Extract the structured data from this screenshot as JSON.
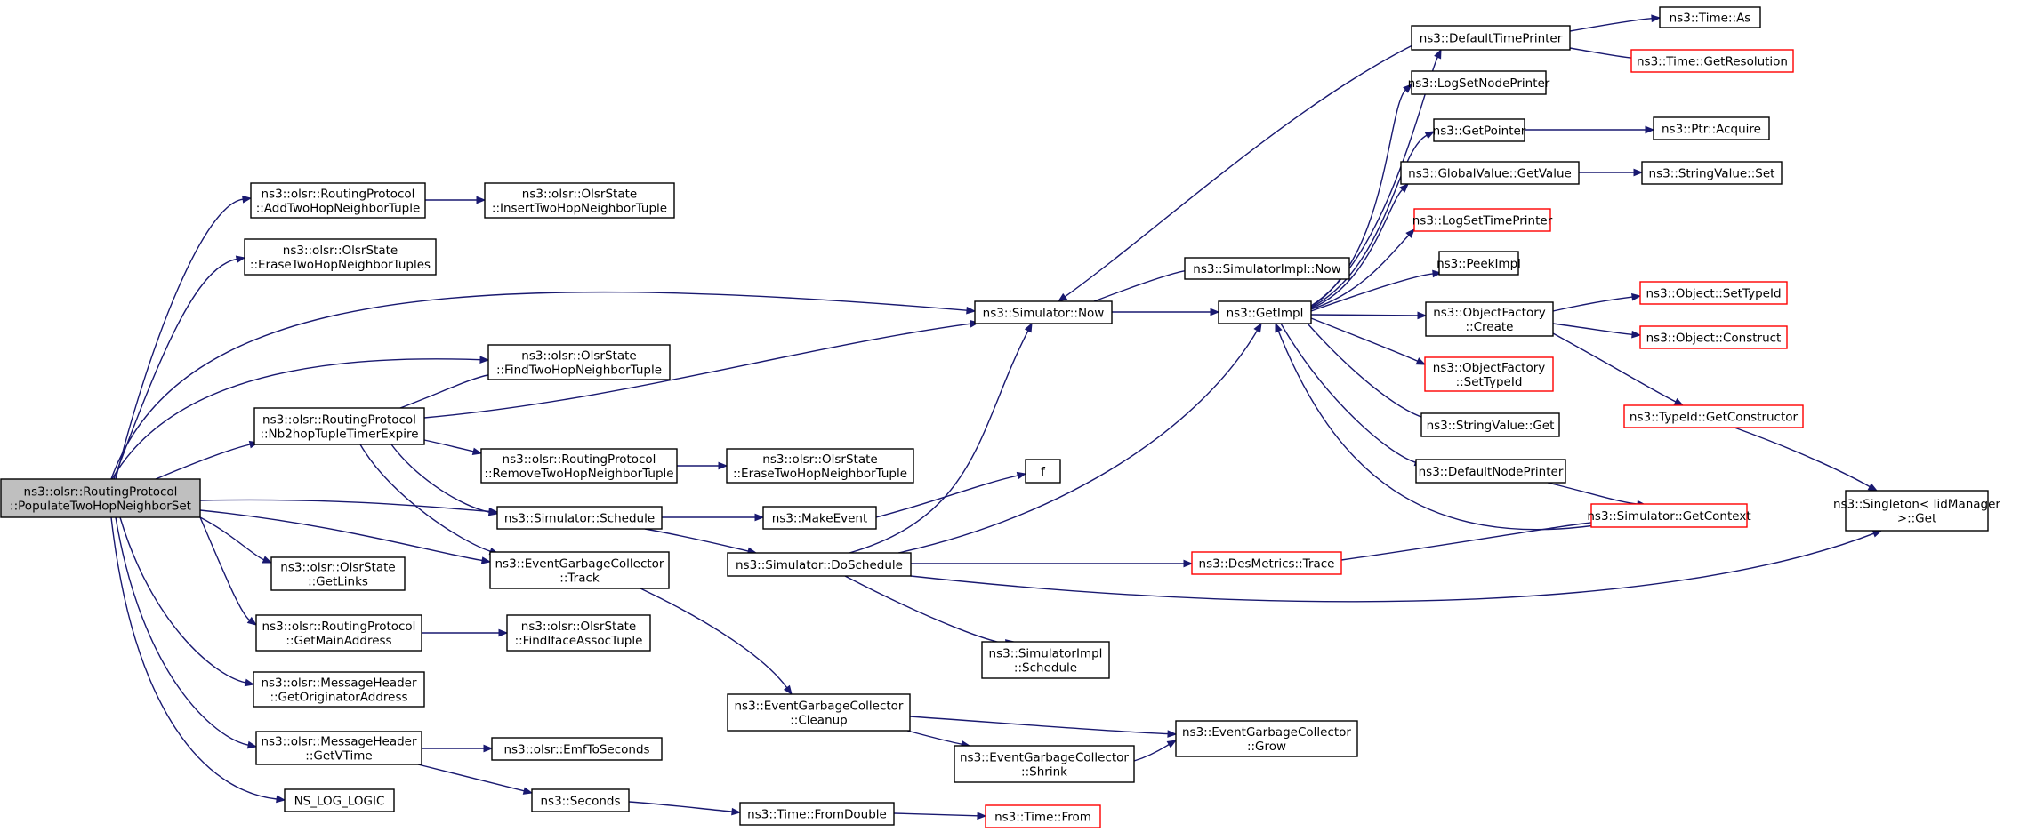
{
  "colors": {
    "edge": "#191970",
    "box_black": "#000000",
    "box_red": "#ff0000",
    "highlight_fill": "#bfbfbf",
    "background": "#ffffff"
  },
  "nodes": [
    {
      "id": "root",
      "lines": [
        "ns3::olsr::RoutingProtocol",
        "::PopulateTwoHopNeighborSet"
      ],
      "style": "highlight"
    },
    {
      "id": "addTwoHop",
      "lines": [
        "ns3::olsr::RoutingProtocol",
        "::AddTwoHopNeighborTuple"
      ],
      "style": "black"
    },
    {
      "id": "insertTwoHop",
      "lines": [
        "ns3::olsr::OlsrState",
        "::InsertTwoHopNeighborTuple"
      ],
      "style": "black"
    },
    {
      "id": "eraseTwoHopTuples",
      "lines": [
        "ns3::olsr::OlsrState",
        "::EraseTwoHopNeighborTuples"
      ],
      "style": "black"
    },
    {
      "id": "findTwoHop",
      "lines": [
        "ns3::olsr::OlsrState",
        "::FindTwoHopNeighborTuple"
      ],
      "style": "black"
    },
    {
      "id": "nb2hopExpire",
      "lines": [
        "ns3::olsr::RoutingProtocol",
        "::Nb2hopTupleTimerExpire"
      ],
      "style": "black"
    },
    {
      "id": "removeTwoHop",
      "lines": [
        "ns3::olsr::RoutingProtocol",
        "::RemoveTwoHopNeighborTuple"
      ],
      "style": "black"
    },
    {
      "id": "eraseTwoHopTuple",
      "lines": [
        "ns3::olsr::OlsrState",
        "::EraseTwoHopNeighborTuple"
      ],
      "style": "black"
    },
    {
      "id": "simSchedule",
      "lines": [
        "ns3::Simulator::Schedule"
      ],
      "style": "black"
    },
    {
      "id": "egcTrack",
      "lines": [
        "ns3::EventGarbageCollector",
        "::Track"
      ],
      "style": "black"
    },
    {
      "id": "getLinks",
      "lines": [
        "ns3::olsr::OlsrState",
        "::GetLinks"
      ],
      "style": "black"
    },
    {
      "id": "getMainAddress",
      "lines": [
        "ns3::olsr::RoutingProtocol",
        "::GetMainAddress"
      ],
      "style": "black"
    },
    {
      "id": "findIface",
      "lines": [
        "ns3::olsr::OlsrState",
        "::FindIfaceAssocTuple"
      ],
      "style": "black"
    },
    {
      "id": "getOriginator",
      "lines": [
        "ns3::olsr::MessageHeader",
        "::GetOriginatorAddress"
      ],
      "style": "black"
    },
    {
      "id": "getVTime",
      "lines": [
        "ns3::olsr::MessageHeader",
        "::GetVTime"
      ],
      "style": "black"
    },
    {
      "id": "emfToSeconds",
      "lines": [
        "ns3::olsr::EmfToSeconds"
      ],
      "style": "black"
    },
    {
      "id": "nsLogLogic",
      "lines": [
        "NS_LOG_LOGIC"
      ],
      "style": "black"
    },
    {
      "id": "seconds",
      "lines": [
        "ns3::Seconds"
      ],
      "style": "black"
    },
    {
      "id": "fromDouble",
      "lines": [
        "ns3::Time::FromDouble"
      ],
      "style": "black"
    },
    {
      "id": "timeFrom",
      "lines": [
        "ns3::Time::From"
      ],
      "style": "red"
    },
    {
      "id": "simNow",
      "lines": [
        "ns3::Simulator::Now"
      ],
      "style": "black"
    },
    {
      "id": "makeEvent",
      "lines": [
        "ns3::MakeEvent"
      ],
      "style": "black"
    },
    {
      "id": "doSchedule",
      "lines": [
        "ns3::Simulator::DoSchedule"
      ],
      "style": "black"
    },
    {
      "id": "implNow",
      "lines": [
        "ns3::SimulatorImpl::Now"
      ],
      "style": "black"
    },
    {
      "id": "getImpl",
      "lines": [
        "ns3::GetImpl"
      ],
      "style": "black"
    },
    {
      "id": "fNode",
      "lines": [
        "f"
      ],
      "style": "black"
    },
    {
      "id": "desTrace",
      "lines": [
        "ns3::DesMetrics::Trace"
      ],
      "style": "red"
    },
    {
      "id": "implSchedule",
      "lines": [
        "ns3::SimulatorImpl",
        "::Schedule"
      ],
      "style": "black"
    },
    {
      "id": "egcCleanup",
      "lines": [
        "ns3::EventGarbageCollector",
        "::Cleanup"
      ],
      "style": "black"
    },
    {
      "id": "egcShrink",
      "lines": [
        "ns3::EventGarbageCollector",
        "::Shrink"
      ],
      "style": "black"
    },
    {
      "id": "egcGrow",
      "lines": [
        "ns3::EventGarbageCollector",
        "::Grow"
      ],
      "style": "black"
    },
    {
      "id": "defTimePrinter",
      "lines": [
        "ns3::DefaultTimePrinter"
      ],
      "style": "black"
    },
    {
      "id": "logSetNodePrinter",
      "lines": [
        "ns3::LogSetNodePrinter"
      ],
      "style": "black"
    },
    {
      "id": "getPointer",
      "lines": [
        "ns3::GetPointer"
      ],
      "style": "black"
    },
    {
      "id": "gvGetValue",
      "lines": [
        "ns3::GlobalValue::GetValue"
      ],
      "style": "black"
    },
    {
      "id": "logSetTimePrinter",
      "lines": [
        "ns3::LogSetTimePrinter"
      ],
      "style": "red"
    },
    {
      "id": "peekImpl",
      "lines": [
        "ns3::PeekImpl"
      ],
      "style": "black"
    },
    {
      "id": "ofCreate",
      "lines": [
        "ns3::ObjectFactory",
        "::Create"
      ],
      "style": "black"
    },
    {
      "id": "ofSetTypeId",
      "lines": [
        "ns3::ObjectFactory",
        "::SetTypeId"
      ],
      "style": "red"
    },
    {
      "id": "svGet",
      "lines": [
        "ns3::StringValue::Get"
      ],
      "style": "black"
    },
    {
      "id": "defNodePrinter",
      "lines": [
        "ns3::DefaultNodePrinter"
      ],
      "style": "black"
    },
    {
      "id": "simGetContext",
      "lines": [
        "ns3::Simulator::GetContext"
      ],
      "style": "red"
    },
    {
      "id": "timeAs",
      "lines": [
        "ns3::Time::As"
      ],
      "style": "black"
    },
    {
      "id": "timeGetRes",
      "lines": [
        "ns3::Time::GetResolution"
      ],
      "style": "red"
    },
    {
      "id": "ptrAcquire",
      "lines": [
        "ns3::Ptr::Acquire"
      ],
      "style": "black"
    },
    {
      "id": "svSet",
      "lines": [
        "ns3::StringValue::Set"
      ],
      "style": "black"
    },
    {
      "id": "objSetTypeId",
      "lines": [
        "ns3::Object::SetTypeId"
      ],
      "style": "red"
    },
    {
      "id": "objConstruct",
      "lines": [
        "ns3::Object::Construct"
      ],
      "style": "red"
    },
    {
      "id": "typeIdGetCtor",
      "lines": [
        "ns3::TypeId::GetConstructor"
      ],
      "style": "red"
    },
    {
      "id": "singletonGet",
      "lines": [
        "ns3::Singleton< IidManager",
        " >::Get"
      ],
      "style": "black"
    }
  ]
}
